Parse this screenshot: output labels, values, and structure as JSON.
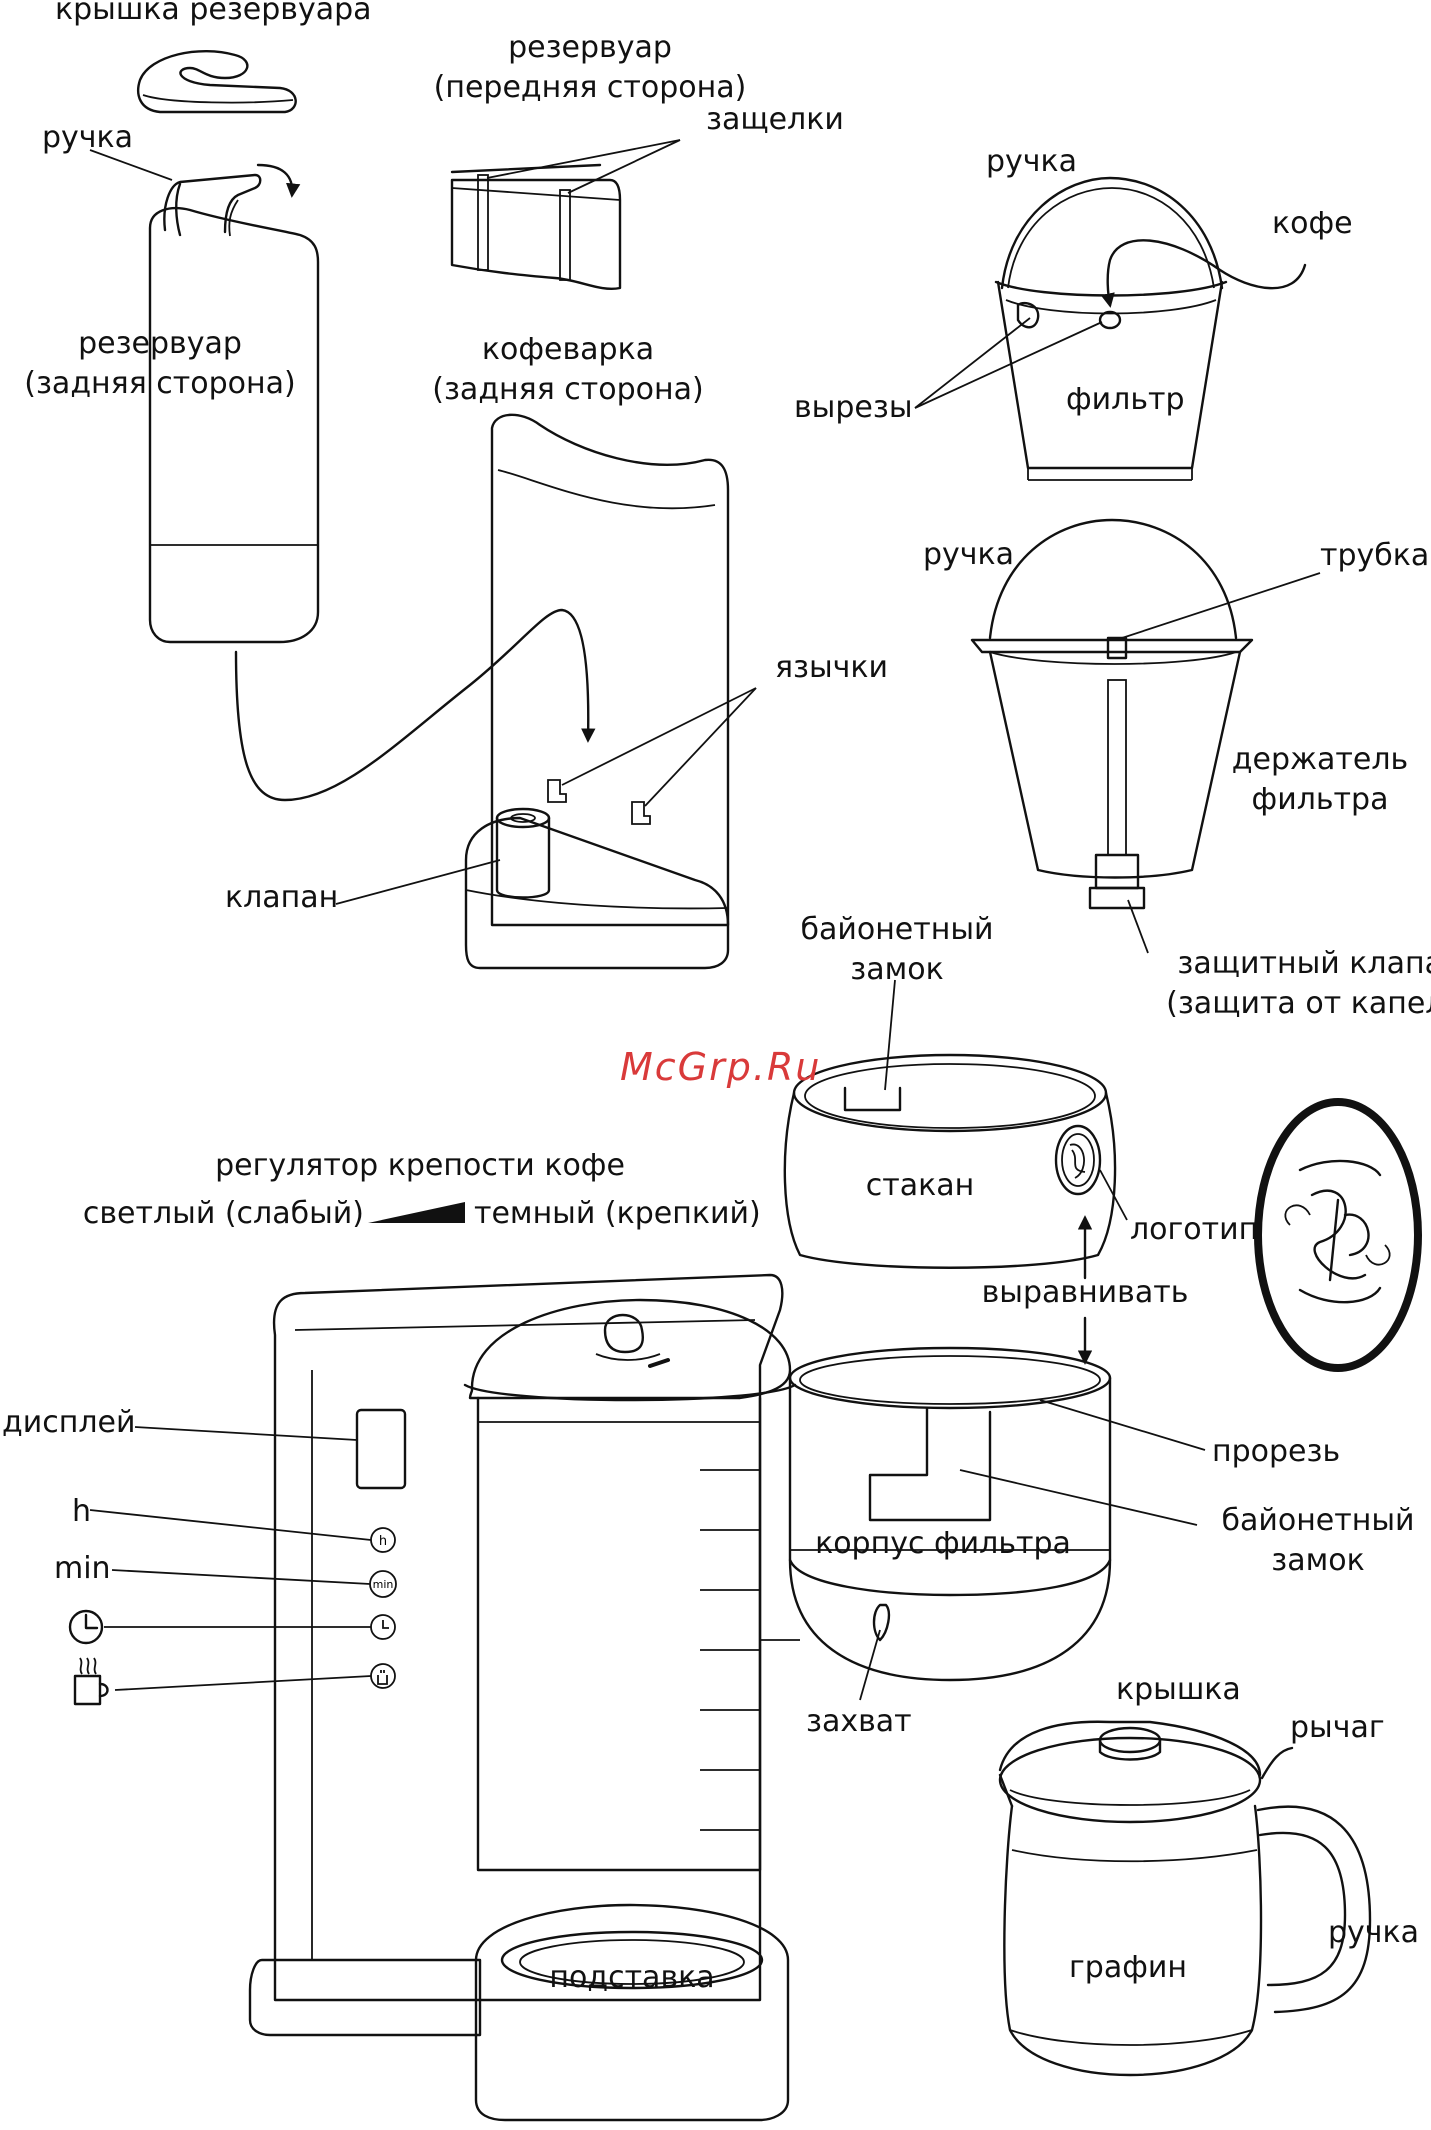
{
  "watermark": "McGrp.Ru",
  "labels": {
    "reservoir_lid": "крышка резервуара",
    "handle_reservoir": "ручка",
    "reservoir_front_1": "резервуар",
    "reservoir_front_2": "(передняя сторона)",
    "latches": "защелки",
    "reservoir_back_1": "резервуар",
    "reservoir_back_2": "(задняя сторона)",
    "maker_back_1": "кофеварка",
    "maker_back_2": "(задняя сторона)",
    "tabs": "язычки",
    "valve": "клапан",
    "handle_filter": "ручка",
    "coffee": "кофе",
    "notches": "вырезы",
    "filter": "фильтр",
    "handle_holder": "ручка",
    "tube": "трубка",
    "holder_1": "держатель",
    "holder_2": "фильтра",
    "safety_valve_1": "защитный клапан",
    "safety_valve_2": "(защита от капель)",
    "bayonet_top_1": "байонетный",
    "bayonet_top_2": "замок",
    "cup": "стакан",
    "logo": "логотип",
    "align": "выравнивать",
    "strength_title": "регулятор крепости кофе",
    "light": "светлый (слабый)",
    "dark": "темный (крепкий)",
    "display": "дисплей",
    "h": "h",
    "min": "min",
    "slot": "прорезь",
    "bayonet_bottom_1": "байонетный",
    "bayonet_bottom_2": "замок",
    "filter_body": "корпус фильтра",
    "grip": "захват",
    "lid": "крышка",
    "lever": "рычаг",
    "handle_carafe": "ручка",
    "carafe": "графин",
    "stand": "подставка"
  },
  "buttons": {
    "h": "h",
    "min": "min"
  }
}
